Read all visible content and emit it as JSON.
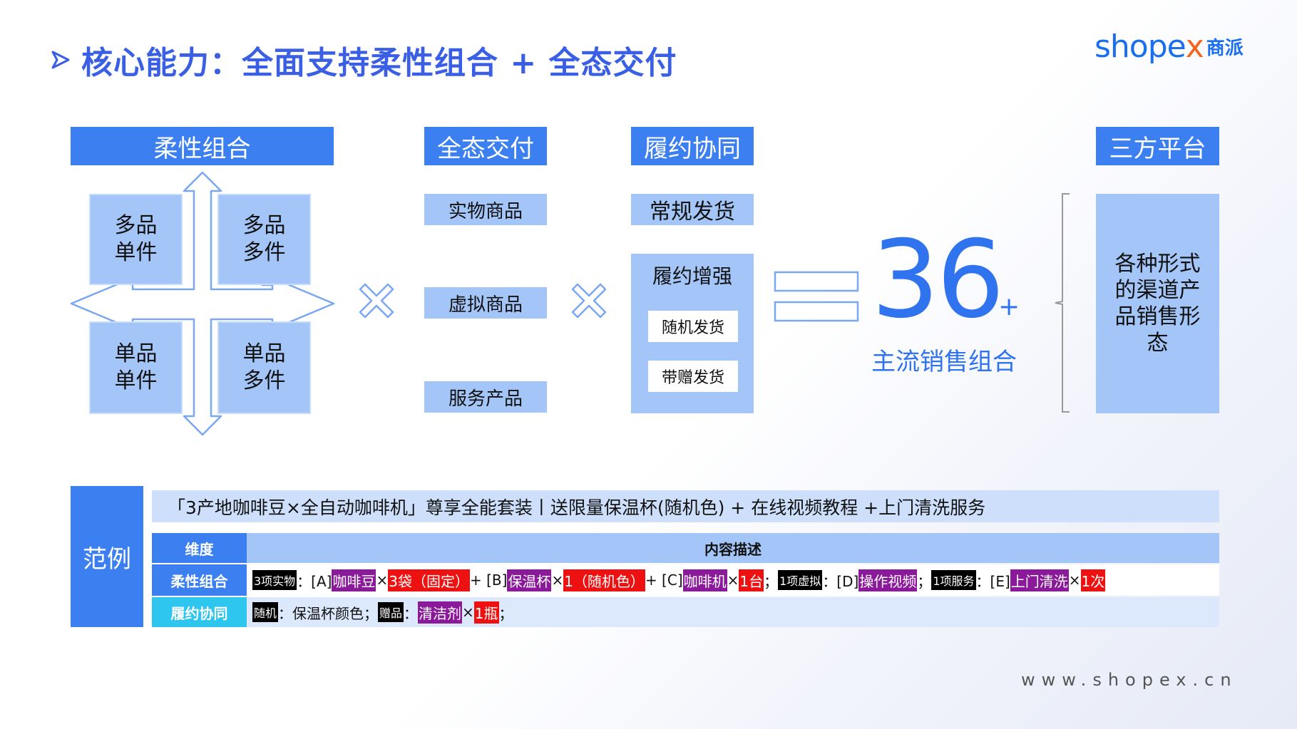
{
  "title": "核心能力：全面支持柔性组合 + 全态交付",
  "logo": {
    "text": "shope",
    "x": "x",
    "cn": "商派"
  },
  "columns": {
    "flexible": {
      "header": "柔性组合",
      "quadrants": [
        {
          "line1": "多品",
          "line2": "单件"
        },
        {
          "line1": "多品",
          "line2": "多件"
        },
        {
          "line1": "单品",
          "line2": "单件"
        },
        {
          "line1": "单品",
          "line2": "多件"
        }
      ]
    },
    "delivery": {
      "header": "全态交付",
      "items": [
        "实物商品",
        "虚拟商品",
        "服务产品"
      ]
    },
    "fulfillment": {
      "header": "履约协同",
      "regular": "常规发货",
      "enhanced_title": "履约增强",
      "enhanced_items": [
        "随机发货",
        "带赠发货"
      ]
    },
    "result": {
      "number": "36",
      "plus": "+",
      "caption": "主流销售组合"
    },
    "platform": {
      "header": "三方平台",
      "lines": [
        "各种形式",
        "的渠道产",
        "品销售形",
        "态"
      ]
    }
  },
  "example": {
    "label": "范例",
    "banner": "「3产地咖啡豆×全自动咖啡机」尊享全能套装丨送限量保温杯(随机色) + 在线视频教程 +上门清洗服务",
    "table": {
      "col_dimension": "维度",
      "col_description": "内容描述",
      "rows": [
        {
          "label": "柔性组合",
          "segments": [
            {
              "t": "3项实物",
              "s": "black"
            },
            {
              "t": "：[A]",
              "s": "plain"
            },
            {
              "t": "咖啡豆",
              "s": "purple"
            },
            {
              "t": "×",
              "s": "plain"
            },
            {
              "t": "3袋（固定）",
              "s": "red"
            },
            {
              "t": "+ [B]",
              "s": "plain"
            },
            {
              "t": "保温杯",
              "s": "purple"
            },
            {
              "t": "×",
              "s": "plain"
            },
            {
              "t": "1（随机色）",
              "s": "red"
            },
            {
              "t": " + [C]",
              "s": "plain"
            },
            {
              "t": "咖啡机",
              "s": "purple"
            },
            {
              "t": "×",
              "s": "plain"
            },
            {
              "t": "1台",
              "s": "red"
            },
            {
              "t": "；",
              "s": "plain"
            },
            {
              "t": "1项虚拟",
              "s": "black"
            },
            {
              "t": "：[D]",
              "s": "plain"
            },
            {
              "t": "操作视频",
              "s": "purple"
            },
            {
              "t": "；",
              "s": "plain"
            },
            {
              "t": "1项服务",
              "s": "black"
            },
            {
              "t": "：[E]",
              "s": "plain"
            },
            {
              "t": "上门清洗",
              "s": "purple"
            },
            {
              "t": "×",
              "s": "plain"
            },
            {
              "t": "1次",
              "s": "red"
            }
          ]
        },
        {
          "label": "履约协同",
          "segments": [
            {
              "t": "随机",
              "s": "black"
            },
            {
              "t": "：保温杯颜色；",
              "s": "plain"
            },
            {
              "t": "赠品",
              "s": "black"
            },
            {
              "t": "：",
              "s": "plain"
            },
            {
              "t": "清洁剂",
              "s": "purple"
            },
            {
              "t": "×",
              "s": "plain"
            },
            {
              "t": "1瓶",
              "s": "red"
            },
            {
              "t": "；",
              "s": "plain"
            }
          ]
        }
      ]
    }
  },
  "footer": "www.shopex.cn",
  "colors": {
    "accent": "#3b7ff0",
    "light": "#a3c5f7",
    "number": "#2f73ee",
    "cyan": "#2ec5ef",
    "purple": "#8a1a9a",
    "red": "#ee1111"
  }
}
